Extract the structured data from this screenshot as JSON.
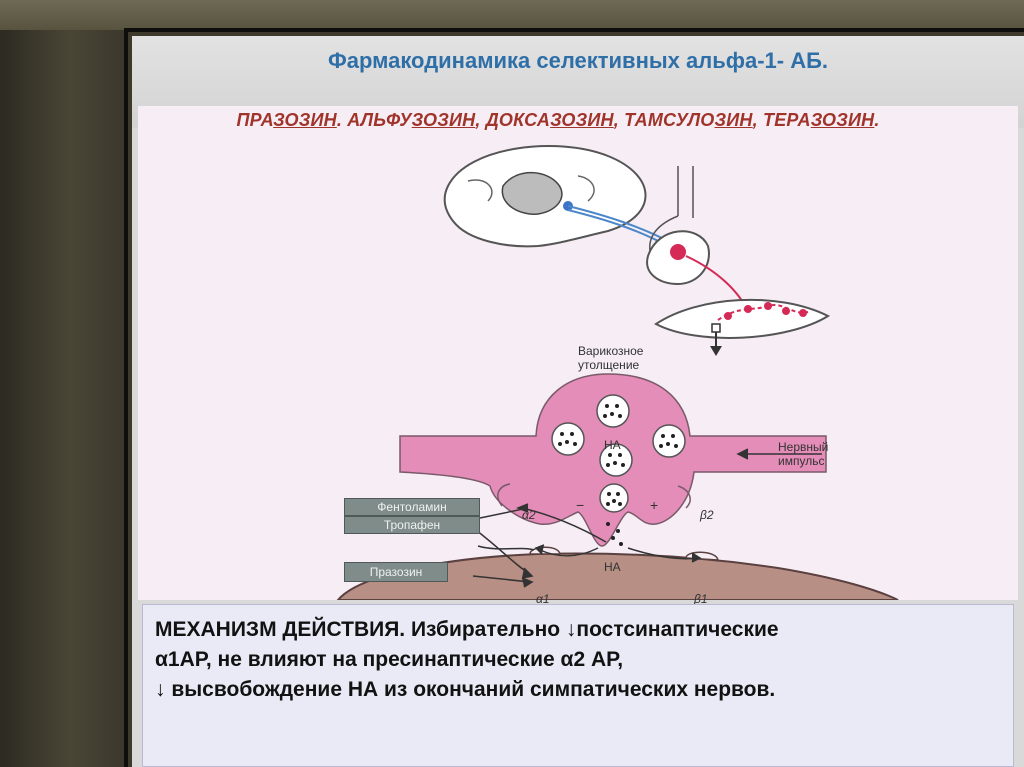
{
  "slide": {
    "title": "Фармакодинамика селективных альфа-1- АБ.",
    "drugs": [
      {
        "pre": "ПРА",
        "stem": "ЗОЗИН",
        "post": ". "
      },
      {
        "pre": "АЛЬФУ",
        "stem": "ЗОЗИН",
        "post": ", "
      },
      {
        "pre": "ДОКСА",
        "stem": "ЗОЗИН",
        "post": ", "
      },
      {
        "pre": "ТАМСУЛО",
        "stem": "ЗИН",
        "post": ", "
      },
      {
        "pre": "ТЕРА",
        "stem": "ЗОЗИН",
        "post": "."
      }
    ]
  },
  "diagram": {
    "varicose_label": "Варикозное утолщение",
    "nerve_impulse_label": "Нервный импульс",
    "na_label": "НА",
    "boxes": {
      "fentolamin": "Фентоламин",
      "tropafen": "Тропафен",
      "prazosin": "Празозин"
    },
    "receptors": {
      "alpha2": "α2",
      "beta2": "β2",
      "alpha1": "α1",
      "beta1": "β1"
    },
    "signs": {
      "minus": "−",
      "plus": "+"
    },
    "colors": {
      "terminal": "#e48db8",
      "cell": "#b78f84",
      "neuron_red": "#d42a55"
    }
  },
  "mechanism": {
    "line1": "МЕХАНИЗМ ДЕЙСТВИЯ. Избирательно ↓постсинаптические",
    "line2": "α1АР,  не влияют на пресинаптические α2 АР,",
    "line3": "↓ высвобождение НА из окончаний симпатических нервов."
  }
}
